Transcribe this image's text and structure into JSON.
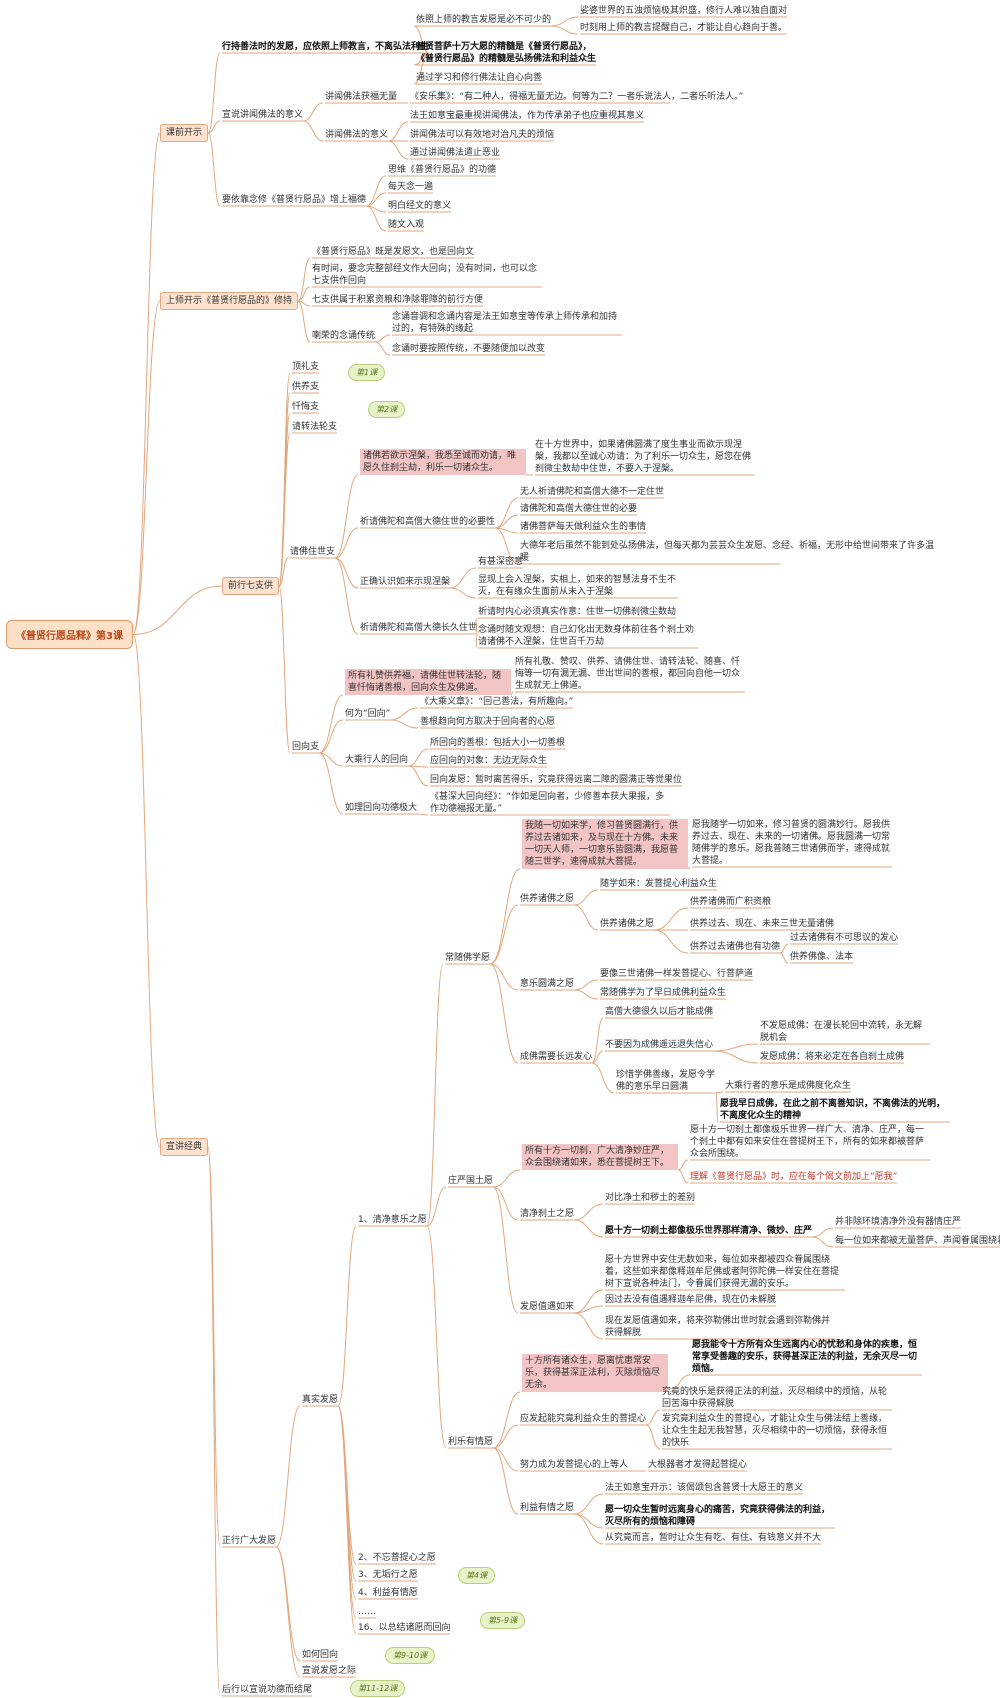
{
  "colors": {
    "line": "#e2a77e",
    "highlight": "#f2c4c4",
    "tag": "#e8f2c8",
    "root": "#fde0c8"
  },
  "root": "《普贤行愿品释》第3课",
  "lvl1": [
    "课前开示",
    "上师开示《普贤行愿品的》修持",
    "前行七支供",
    "宣讲经典"
  ],
  "lesson_tags": [
    "第1课",
    "第2课",
    "第4课",
    "第5-9课",
    "第9-10课",
    "第11-12课"
  ],
  "n": [
    {
      "t": "行持善法时的发愿，应依照上师教言，不离弘法利生",
      "b": 1
    },
    {
      "t": "依照上师的教言发愿是必不可少的"
    },
    {
      "t": "娑婆世界的五浊烦恼极其炽盛，修行人难以独自面对"
    },
    {
      "t": "时刻用上师的教言提醒自己，才能让自心趋向于善。"
    },
    {
      "t": "普贤菩萨十万大愿的精髓是《普贤行愿品》，《普贤行愿品》的精髓是弘扬佛法和利益众生",
      "b": 1
    },
    {
      "t": "通过学习和修行佛法让自心向善"
    },
    {
      "t": "宣说讲闻佛法的意义"
    },
    {
      "t": "讲闻佛法获福无量"
    },
    {
      "t": "《安乐集》：“有二种人，得福无量无边。何等为二？一者乐说法人，二者乐听法人。”"
    },
    {
      "t": "讲闻佛法的意义"
    },
    {
      "t": "法王如意宝最重视讲闻佛法，作为传承弟子也应重视其意义"
    },
    {
      "t": "讲闻佛法可以有效地对治凡夫的烦恼"
    },
    {
      "t": "通过讲闻佛法遣止恶业"
    },
    {
      "t": "要依靠念修《普贤行愿品》增上福德"
    },
    {
      "t": "思维《普贤行愿品》的功德"
    },
    {
      "t": "每天念一遍"
    },
    {
      "t": "明白经文的意义"
    },
    {
      "t": "随文入观"
    },
    {
      "t": "《普贤行愿品》既是发愿文，也是回向文"
    },
    {
      "t": "有时间，要念完整部经文作大回向；没有时间，也可以念七支供作回向"
    },
    {
      "t": "七支供属于积累资粮和净除罪障的前行方便"
    },
    {
      "t": "喇荣的念诵传统"
    },
    {
      "t": "念诵音调和念诵内容是法王如意宝等传承上师传承和加持过的，有特殊的缘起"
    },
    {
      "t": "念诵时要按照传统，不要随便加以改变"
    },
    {
      "t": "顶礼支"
    },
    {
      "t": "供养支"
    },
    {
      "t": "忏悔支"
    },
    {
      "t": "请转法轮支"
    },
    {
      "t": "请佛住世支"
    },
    {
      "t": "诸佛若欲示涅槃，我悉至诚而劝请，唯愿久住刹尘劫，利乐一切诸众生。"
    },
    {
      "t": "在十方世界中，如果诸佛圆满了度生事业而欲示现涅槃，我都以至诚心劝请：为了利乐一切众生，愿您在佛刹微尘数劫中住世，不要入于涅槃。"
    },
    {
      "t": "祈请佛陀和高僧大德住世的必要性"
    },
    {
      "t": "无人祈请佛陀和高僧大德不一定住世"
    },
    {
      "t": "请佛陀和高僧大德住世的必要"
    },
    {
      "t": "诸佛菩萨每天做利益众生的事情"
    },
    {
      "t": "大德年老后虽然不能到处弘扬佛法，但每天都为芸芸众生发愿、念经、祈福，无形中给世间带来了许多温暖"
    },
    {
      "t": "正确认识如来示现涅槃"
    },
    {
      "t": "有甚深密意"
    },
    {
      "t": "显现上会入涅槃，实相上，如来的智慧法身不生不灭，在有缘众生面前从未入于涅槃"
    },
    {
      "t": "祈请佛陀和高僧大德长久住世"
    },
    {
      "t": "祈请时内心必须真实作意：住世一切佛刹微尘数劫"
    },
    {
      "t": "念诵时随文观想：自己幻化出无数身体前往各个刹土劝请诸佛不入涅槃，住世百千万劫"
    },
    {
      "t": "回向支"
    },
    {
      "t": "所有礼赞供养福，请佛住世转法轮，随喜忏悔诸善根，回向众生及佛道。"
    },
    {
      "t": "所有礼敬、赞叹、供养、请佛住世、请转法轮、随喜、忏悔等一切有漏无漏、世出世间的善根，都回向自他一切众生成就无上佛道。"
    },
    {
      "t": "何为“回向”"
    },
    {
      "t": "《大乘义章》：“回己善法，有所趣向。”"
    },
    {
      "t": "善根趋向何方取决于回向者的心愿"
    },
    {
      "t": "大乘行人的回向"
    },
    {
      "t": "所回向的善根：包括大小一切善根"
    },
    {
      "t": "应回向的对象：无边无际众生"
    },
    {
      "t": "回向发愿：暂时离苦得乐，究竟获得远离二障的圆满正等觉果位"
    },
    {
      "t": "如理回向功德极大"
    },
    {
      "t": "《甚深大回向经》：“作如是回向者，少修善本获大果报，多作功德福报无量。”"
    },
    {
      "t": "正行广大发愿"
    },
    {
      "t": "真实发愿"
    },
    {
      "t": "1、清净意乐之愿"
    },
    {
      "t": "常随佛学愿"
    },
    {
      "t": "我随一切如来学，修习普贤圆满行，供养过去诸如来，及与现在十方佛。未来一切天人师，一切意乐皆圆满，我愿普随三世学，速得成就大菩提。"
    },
    {
      "t": "愿我随学一切如来，修习普贤的圆满妙行。愿我供养过去、现在、未来的一切诸佛。愿我圆满一切常随佛学的意乐。愿我普随三世诸佛而学，速得成就大菩提。"
    },
    {
      "t": "供养诸佛之愿"
    },
    {
      "t": "随学如来：发菩提心利益众生"
    },
    {
      "t": "供养诸佛之愿"
    },
    {
      "t": "供养诸佛而广积资粮"
    },
    {
      "t": "供养过去、现在、未来三世无量诸佛"
    },
    {
      "t": "供养过去诸佛也有功德"
    },
    {
      "t": "过去诸佛有不可思议的发心"
    },
    {
      "t": "供养佛像、法本"
    },
    {
      "t": "意乐圆满之愿"
    },
    {
      "t": "要像三世诸佛一样发菩提心、行菩萨道"
    },
    {
      "t": "常随佛学为了早日成佛利益众生"
    },
    {
      "t": "成佛需要长远发心"
    },
    {
      "t": "高僧大德很久以后才能成佛"
    },
    {
      "t": "不要因为成佛遥远退失信心"
    },
    {
      "t": "不发愿成佛：在漫长轮回中流转，永无解脱机会"
    },
    {
      "t": "发愿成佛：将来必定在各自刹土成佛"
    },
    {
      "t": "珍惜学佛善缘，发愿令学佛的意乐早日圆满"
    },
    {
      "t": "大乘行者的意乐是成佛度化众生"
    },
    {
      "t": "愿我早日成佛，在此之前不离善知识，不离佛法的光明，不离度化众生的精神",
      "b": 1
    },
    {
      "t": "庄严国土愿"
    },
    {
      "t": "所有十方一切刹，广大清净妙庄严，众会围绕诸如来，悉在菩提树王下。"
    },
    {
      "t": "愿十方一切刹土都像极乐世界一样广大、清净、庄严，每一个刹土中都有如来安住在菩提树王下，所有的如来都被菩萨众会所围绕。"
    },
    {
      "t": "理解《普贤行愿品》时，应在每个偈文前加上“愿我”",
      "red": 1
    },
    {
      "t": "清净刹土之愿"
    },
    {
      "t": "对比净土和秽土的差别"
    },
    {
      "t": "愿十方一切刹土都像极乐世界那样清净、微妙、庄严",
      "b": 1
    },
    {
      "t": "并非除环境清净外没有器情庄严"
    },
    {
      "t": "每一位如来都被无量菩萨、声闻眷属围绕着"
    },
    {
      "t": "发愿值遇如来"
    },
    {
      "t": "愿十方世界中安住无数如来，每位如来都被四众眷属围绕着，这些如来都像释迦牟尼佛或者阿弥陀佛一样安住在菩提树下宣说各种法门，令眷属们获得无漏的安乐。"
    },
    {
      "t": "因过去没有值遇释迦牟尼佛，现在仍未解脱"
    },
    {
      "t": "现在发愿值遇如来，将来弥勒佛出世时就会遇到弥勒佛并获得解脱"
    },
    {
      "t": "利乐有情愿"
    },
    {
      "t": "十方所有诸众生，愿离忧患常安乐，获得甚深正法利，灭除烦恼尽无余。"
    },
    {
      "t": "愿我能令十方所有众生远离内心的忧愁和身体的疾患，恒常享受善趣的安乐，获得甚深正法的利益，无余灭尽一切烦恼。",
      "b": 1
    },
    {
      "t": "应发起能究竟利益众生的菩提心"
    },
    {
      "t": "究竟的快乐是获得正法的利益，灭尽相续中的烦恼，从轮回苦海中获得解脱"
    },
    {
      "t": "发究竟利益众生的菩提心，才能让众生与佛法结上善缘，让众生生起无我智慧，灭尽相续中的一切烦恼，获得永恒的快乐"
    },
    {
      "t": "努力成为发菩提心的上等人"
    },
    {
      "t": "大根器者才发得起菩提心"
    },
    {
      "t": "利益有情之愿"
    },
    {
      "t": "法王如意宝开示：该偈颂包含普贤十大愿王的意义"
    },
    {
      "t": "愿一切众生暂时远离身心的痛苦，究竟获得佛法的利益，灭尽所有的烦恼和障碍",
      "b": 1
    },
    {
      "t": "从究竟而言，暂时让众生有吃、有住、有钱意义并不大"
    },
    {
      "t": "2、不忘菩提心之愿"
    },
    {
      "t": "3、无垢行之愿"
    },
    {
      "t": "4、利益有情愿"
    },
    {
      "t": "……"
    },
    {
      "t": "16、以总结诸愿而回向"
    },
    {
      "t": "如何回向"
    },
    {
      "t": "宣说发愿之际"
    },
    {
      "t": "后行以宣说功德而结尾"
    }
  ]
}
